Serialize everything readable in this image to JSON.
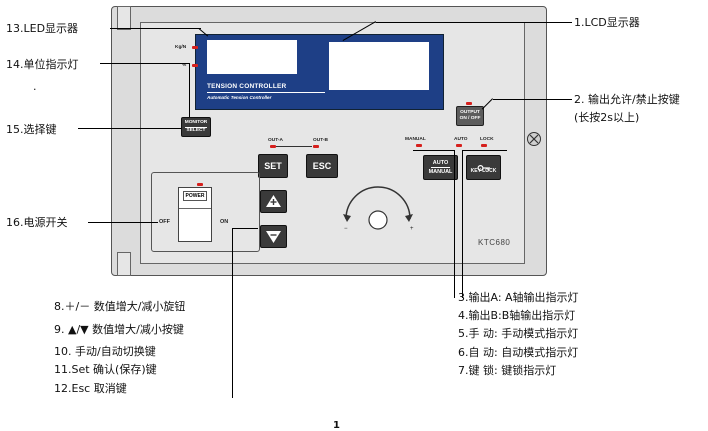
{
  "panel": {
    "brand_title": "TENSION CONTROLLER",
    "brand_subtitle": "Automatic Tension Controller",
    "unit_kg": "Kg/N",
    "unit_pct": "%",
    "monitor_label": "MONITOR",
    "select_label": "SELECT",
    "output_label": "OUTPUT",
    "onoff_label": "ON / OFF",
    "outa_label": "OUT-A",
    "outb_label": "OUT-B",
    "manual_label": "MANUAL",
    "auto_label": "AUTO",
    "lock_label": "LOCK",
    "set_label": "SET",
    "esc_label": "ESC",
    "auto_btn_top": "AUTO",
    "auto_btn_bottom": "MANUAL",
    "keylock_label": "KEY LOCK",
    "power_label": "POWER",
    "off_label": "OFF",
    "on_label": "ON",
    "minus_label": "−",
    "plus_label": "+",
    "model": "KTC680"
  },
  "callouts": {
    "c13": "13.LED显示器",
    "c14": "14.单位指示灯",
    "c14_dot": ".",
    "c15": "15.选择键",
    "c16": "16.电源开关",
    "c1": "1.LCD显示器",
    "c2": "2. 输出允许/禁止按键",
    "c2b": "(长按2s以上)",
    "c8": "8.＋/－  数值增大/减小旋钮",
    "c9": "9.  ▲/▼ 数值增大/减小按键",
    "c10": "10. 手动/自动切换键",
    "c11": "11.Set  确认(保存)键",
    "c12": "12.Esc  取消键",
    "c3": "3.输出A: A轴输出指示灯",
    "c4": "4.输出B:B轴输出指示灯",
    "c5": "5.手 动: 手动模式指示灯",
    "c6": "6.自 动: 自动模式指示灯",
    "c7": "7.键 锁: 键锁指示灯"
  },
  "page_number": "1"
}
